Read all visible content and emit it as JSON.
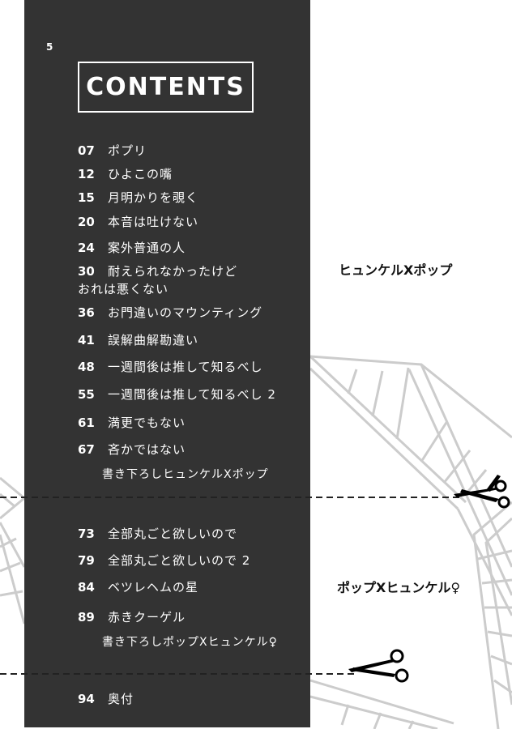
{
  "page_number": "5",
  "contents_title": "CONTENTS",
  "toc": [
    {
      "num": "07",
      "title": "ポプリ"
    },
    {
      "num": "12",
      "title": "ひよこの嘴"
    },
    {
      "num": "15",
      "title": "月明かりを覗く"
    },
    {
      "num": "20",
      "title": "本音は吐けない"
    },
    {
      "num": "24",
      "title": "案外普通の人"
    },
    {
      "num": "30",
      "title": "耐えられなかったけど",
      "cont": "おれは悪くない"
    },
    {
      "num": "36",
      "title": "お門違いのマウンティング"
    },
    {
      "num": "41",
      "title": "誤解曲解勘違い"
    },
    {
      "num": "48",
      "title": "一週間後は推して知るべし"
    },
    {
      "num": "55",
      "title": "一週間後は推して知るべし 2"
    },
    {
      "num": "61",
      "title": "満更でもない"
    },
    {
      "num": "67",
      "title": "吝かではない"
    }
  ],
  "sub1": "書き下ろしヒュンケルXポップ",
  "toc2": [
    {
      "num": "73",
      "title": "全部丸ごと欲しいので"
    },
    {
      "num": "79",
      "title": "全部丸ごと欲しいので 2"
    },
    {
      "num": "84",
      "title": "ベツレヘムの星"
    },
    {
      "num": "89",
      "title": "赤きクーゲル"
    }
  ],
  "sub2": "書き下ろしポップXヒュンケル♀",
  "toc3": [
    {
      "num": "94",
      "title": "奥付"
    }
  ],
  "side_label_1": "ヒュンケルXポップ",
  "side_label_2": "ポップXヒュンケル♀",
  "colors": {
    "panel": "#333333",
    "text_on_panel": "#ffffff",
    "deco_lines": "#cccccc",
    "cut_line": "#222222"
  }
}
